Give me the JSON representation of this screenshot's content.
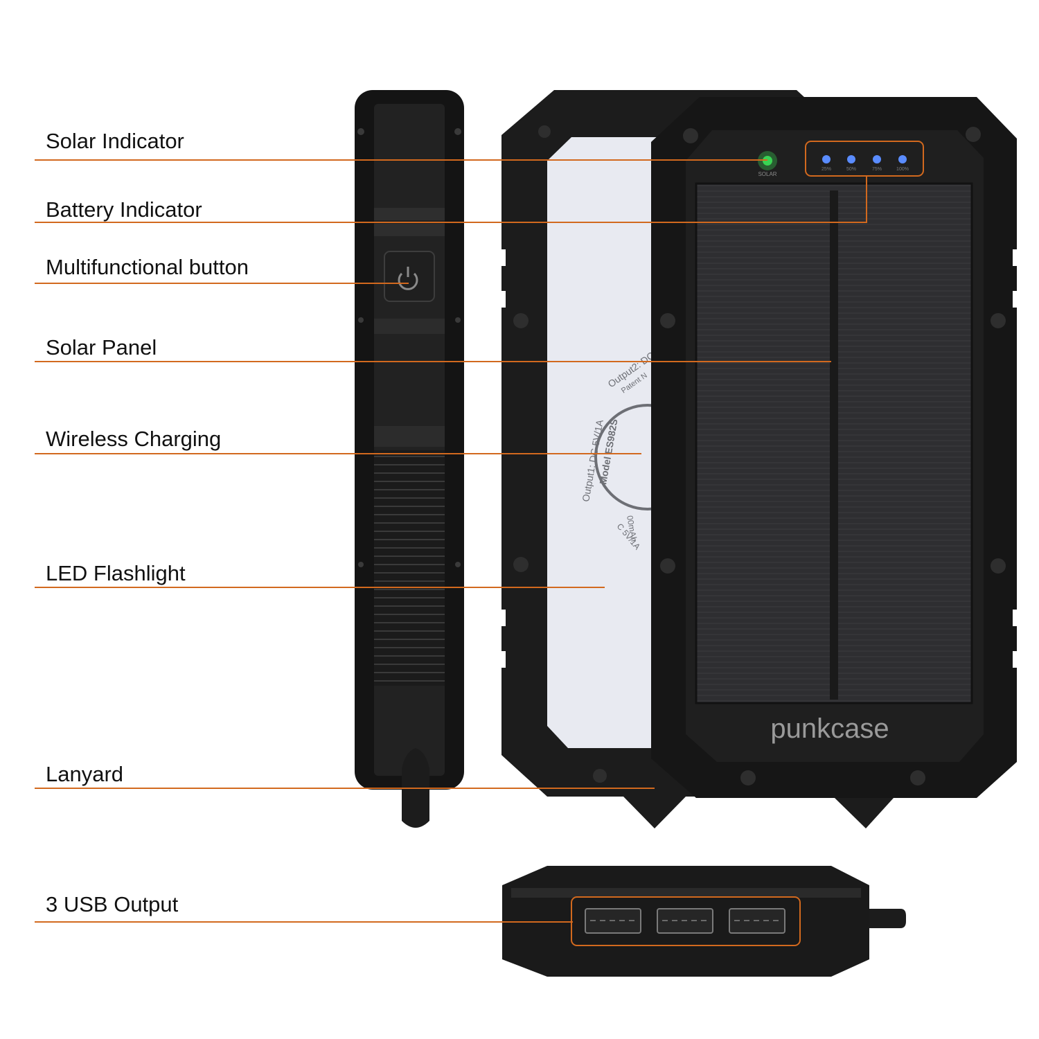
{
  "colors": {
    "leader": "#d2691e",
    "body": "#1a1a1a",
    "panel": "#e8eaf1",
    "solar_led": "#39d353",
    "battery_led": "#5a8cff"
  },
  "labels": {
    "solar_indicator": "Solar Indicator",
    "battery_indicator": "Battery Indicator",
    "multifunctional_button": "Multifunctional button",
    "solar_panel": "Solar Panel",
    "wireless_charging": "Wireless Charging",
    "led_flashlight": "LED Flashlight",
    "lanyard": "Lanyard",
    "usb_output": "3 USB Output"
  },
  "device": {
    "brand": "punkcase",
    "solar_led_caption": "SOLAR",
    "battery_levels": [
      "25%",
      "50%",
      "75%",
      "100%"
    ],
    "back_text": {
      "model": "Model ES982S",
      "output1": "Output1: DC 5V/1A",
      "output2": "Output2: DC",
      "patent": "Patent N",
      "capacity": "00mAh",
      "input": "C 5V/1A"
    },
    "usb_port_count": 3
  }
}
